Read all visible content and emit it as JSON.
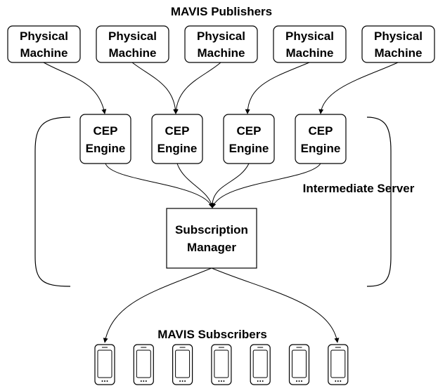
{
  "title_publishers": "MAVIS Publishers",
  "title_subscribers": "MAVIS Subscribers",
  "server_label": "Intermediate Server",
  "publishers": [
    {
      "line1": "Physical",
      "line2": "Machine"
    },
    {
      "line1": "Physical",
      "line2": "Machine"
    },
    {
      "line1": "Physical",
      "line2": "Machine"
    },
    {
      "line1": "Physical",
      "line2": "Machine"
    },
    {
      "line1": "Physical",
      "line2": "Machine"
    }
  ],
  "engines": [
    {
      "line1": "CEP",
      "line2": "Engine"
    },
    {
      "line1": "CEP",
      "line2": "Engine"
    },
    {
      "line1": "CEP",
      "line2": "Engine"
    },
    {
      "line1": "CEP",
      "line2": "Engine"
    }
  ],
  "manager": {
    "line1": "Subscription",
    "line2": "Manager"
  },
  "subscriber_count": 7,
  "colors": {
    "stroke": "#000000",
    "background": "#ffffff"
  }
}
